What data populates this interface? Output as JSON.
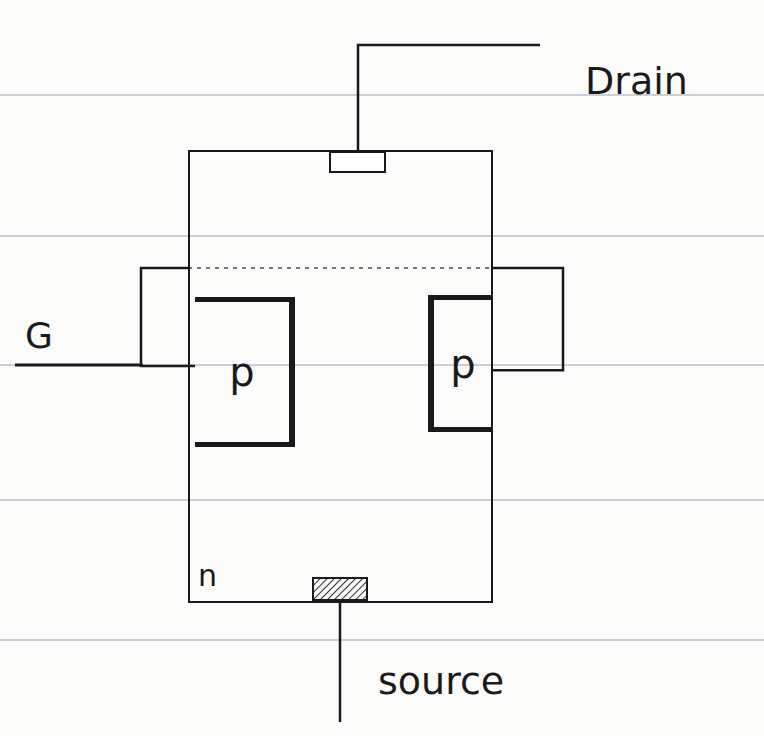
{
  "diagram": {
    "nodes": [
      {
        "text": [
          "n"
        ]
      },
      {
        "text": [
          "p"
        ],
        "in": 0
      },
      {
        "text": [
          "p"
        ],
        "in": 0
      }
    ],
    "edges": [
      {
        "from": 1,
        "to": 2,
        "arrow": "none"
      }
    ],
    "labels": [
      "Drain",
      "G",
      "source"
    ]
  }
}
